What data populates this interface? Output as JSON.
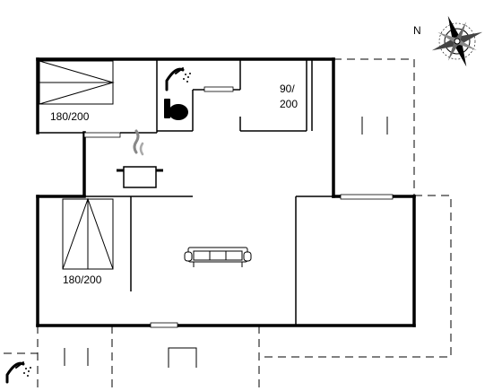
{
  "compass": {
    "north_label": "N",
    "icon": "compass-rose-icon"
  },
  "rooms": {
    "bedroom_1": {
      "bed_size": "180/200",
      "icon": "double-bed-icon"
    },
    "bedroom_2": {
      "bed_size_line1": "90/",
      "bed_size_line2": "200",
      "icon": "bunk-bed-icon"
    },
    "bedroom_3": {
      "bed_size": "180/200",
      "icon": "double-bed-icon"
    },
    "bathroom": {
      "icons": [
        "shower-icon",
        "toilet-icon"
      ]
    },
    "kitchen": {
      "icon": "cooking-pot-icon"
    },
    "living_room": {
      "icon": "sofa-icon"
    },
    "outdoor_shower": {
      "icon": "shower-icon"
    }
  },
  "colors": {
    "wall": "#000000",
    "background": "#ffffff"
  }
}
